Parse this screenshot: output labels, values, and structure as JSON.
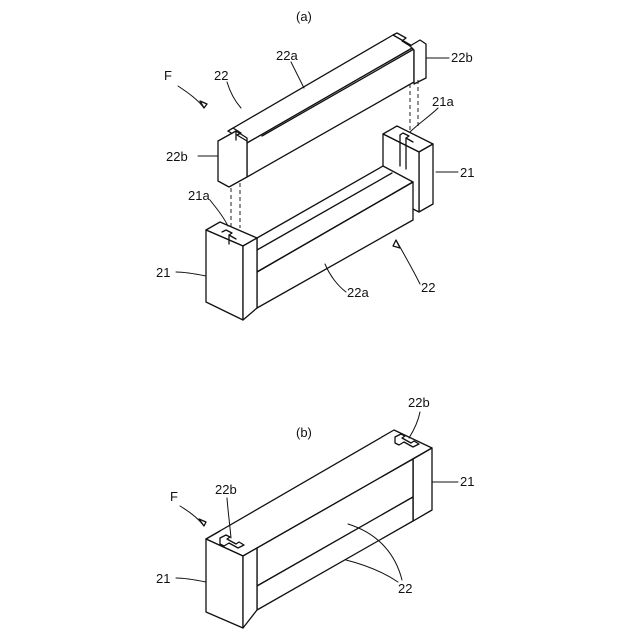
{
  "panel_a": {
    "caption": "(a)",
    "labels": {
      "F": "F",
      "beam_top": "22a",
      "beam_ref": "22",
      "tenon_left": "22b",
      "tenon_right": "22b",
      "notch_right": "21a",
      "notch_left": "21a",
      "post_right": "21",
      "post_left": "21",
      "beam_bottom": "22a",
      "beam_bottom_ref": "22"
    }
  },
  "panel_b": {
    "caption": "(b)",
    "labels": {
      "tenon_top_right": "22b",
      "F": "F",
      "tenon_top_left": "22b",
      "post_right": "21",
      "post_left": "21",
      "beams": "22"
    }
  }
}
